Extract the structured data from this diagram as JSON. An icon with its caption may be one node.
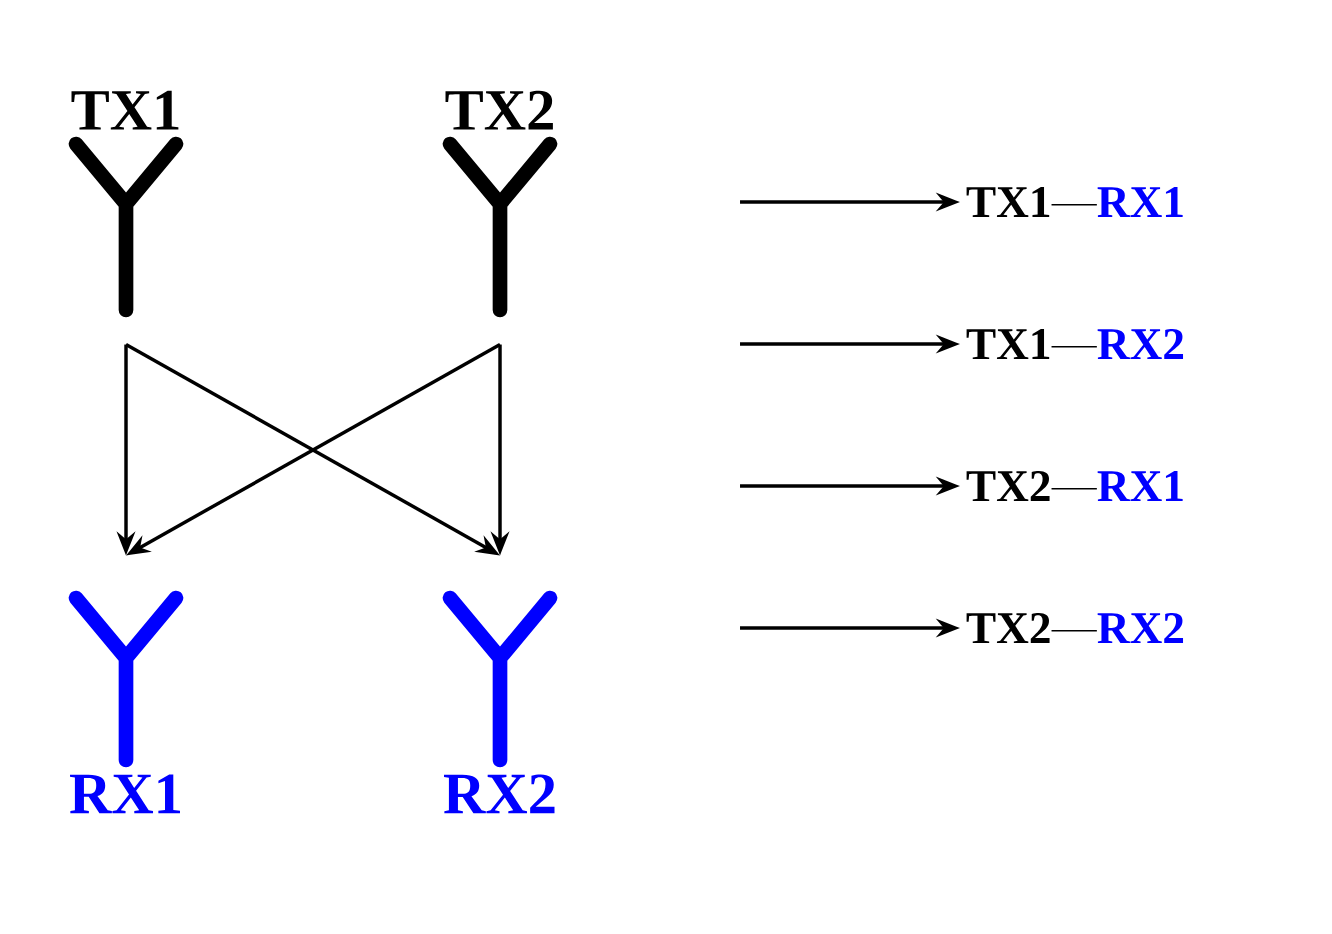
{
  "diagram": {
    "nodes": [
      {
        "text": [
          "TX1"
        ]
      },
      {
        "text": [
          "TX2"
        ]
      },
      {
        "text": [
          "RX1"
        ]
      },
      {
        "text": [
          "RX2"
        ]
      },
      {
        "text": [
          "TX1",
          "RX1"
        ]
      },
      {
        "text": [
          "TX1",
          "RX2"
        ]
      },
      {
        "text": [
          "TX2",
          "RX1"
        ]
      },
      {
        "text": [
          "TX2",
          "RX2"
        ]
      }
    ],
    "edges": [
      {
        "from": 0,
        "to": 2,
        "arrow": "to"
      },
      {
        "from": 0,
        "to": 3,
        "arrow": "to"
      },
      {
        "from": 1,
        "to": 2,
        "arrow": "to"
      },
      {
        "from": 1,
        "to": 3,
        "arrow": "to"
      },
      {
        "from": null,
        "to": 4,
        "arrow": "to"
      },
      {
        "from": null,
        "to": 5,
        "arrow": "to"
      },
      {
        "from": null,
        "to": 6,
        "arrow": "to"
      },
      {
        "from": null,
        "to": 7,
        "arrow": "to"
      }
    ]
  }
}
